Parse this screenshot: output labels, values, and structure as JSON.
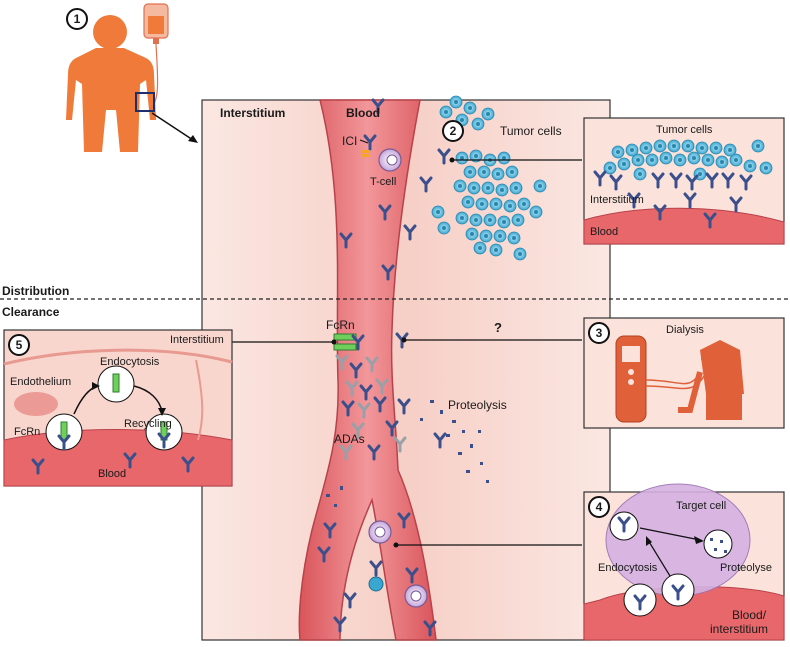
{
  "figure": {
    "labels": {
      "interstitium": "Interstitium",
      "blood": "Blood",
      "icl": "ICI",
      "t_cell": "T-cell",
      "tumor_cells": "Tumor cells",
      "fcrn": "FcRn",
      "question": "?",
      "proteolysis": "Proteolysis",
      "adas": "ADAs"
    },
    "sections": {
      "distribution": "Distribution",
      "clearance": "Clearance"
    },
    "steps": [
      "1",
      "2",
      "3",
      "4",
      "5"
    ],
    "panel_tumor": {
      "title": "Tumor cells",
      "interstitium": "Interstitium",
      "blood": "Blood"
    },
    "panel_dialysis": {
      "title": "Dialysis"
    },
    "panel_target": {
      "target_cell": "Target cell",
      "endocytosis": "Endocytosis",
      "proteolyse": "Proteolyse",
      "blood_line1": "Blood/",
      "blood_line2": "interstitium"
    },
    "panel_fcrn": {
      "interstitium": "Interstitium",
      "endocytosis": "Endocytosis",
      "endothelium": "Endothelium",
      "fcrn": "FcRn",
      "recycling": "Recycling",
      "blood": "Blood"
    },
    "colors": {
      "body": "#f07a3a",
      "vessel": "#e8676a",
      "vessel_dark": "#c94a52",
      "tissue": "#f8ddd7",
      "tumor": "#5fbfe0",
      "antibody": "#3b4f8c",
      "ada": "#9aa0a8",
      "target_cell": "#c9a3d6"
    }
  }
}
